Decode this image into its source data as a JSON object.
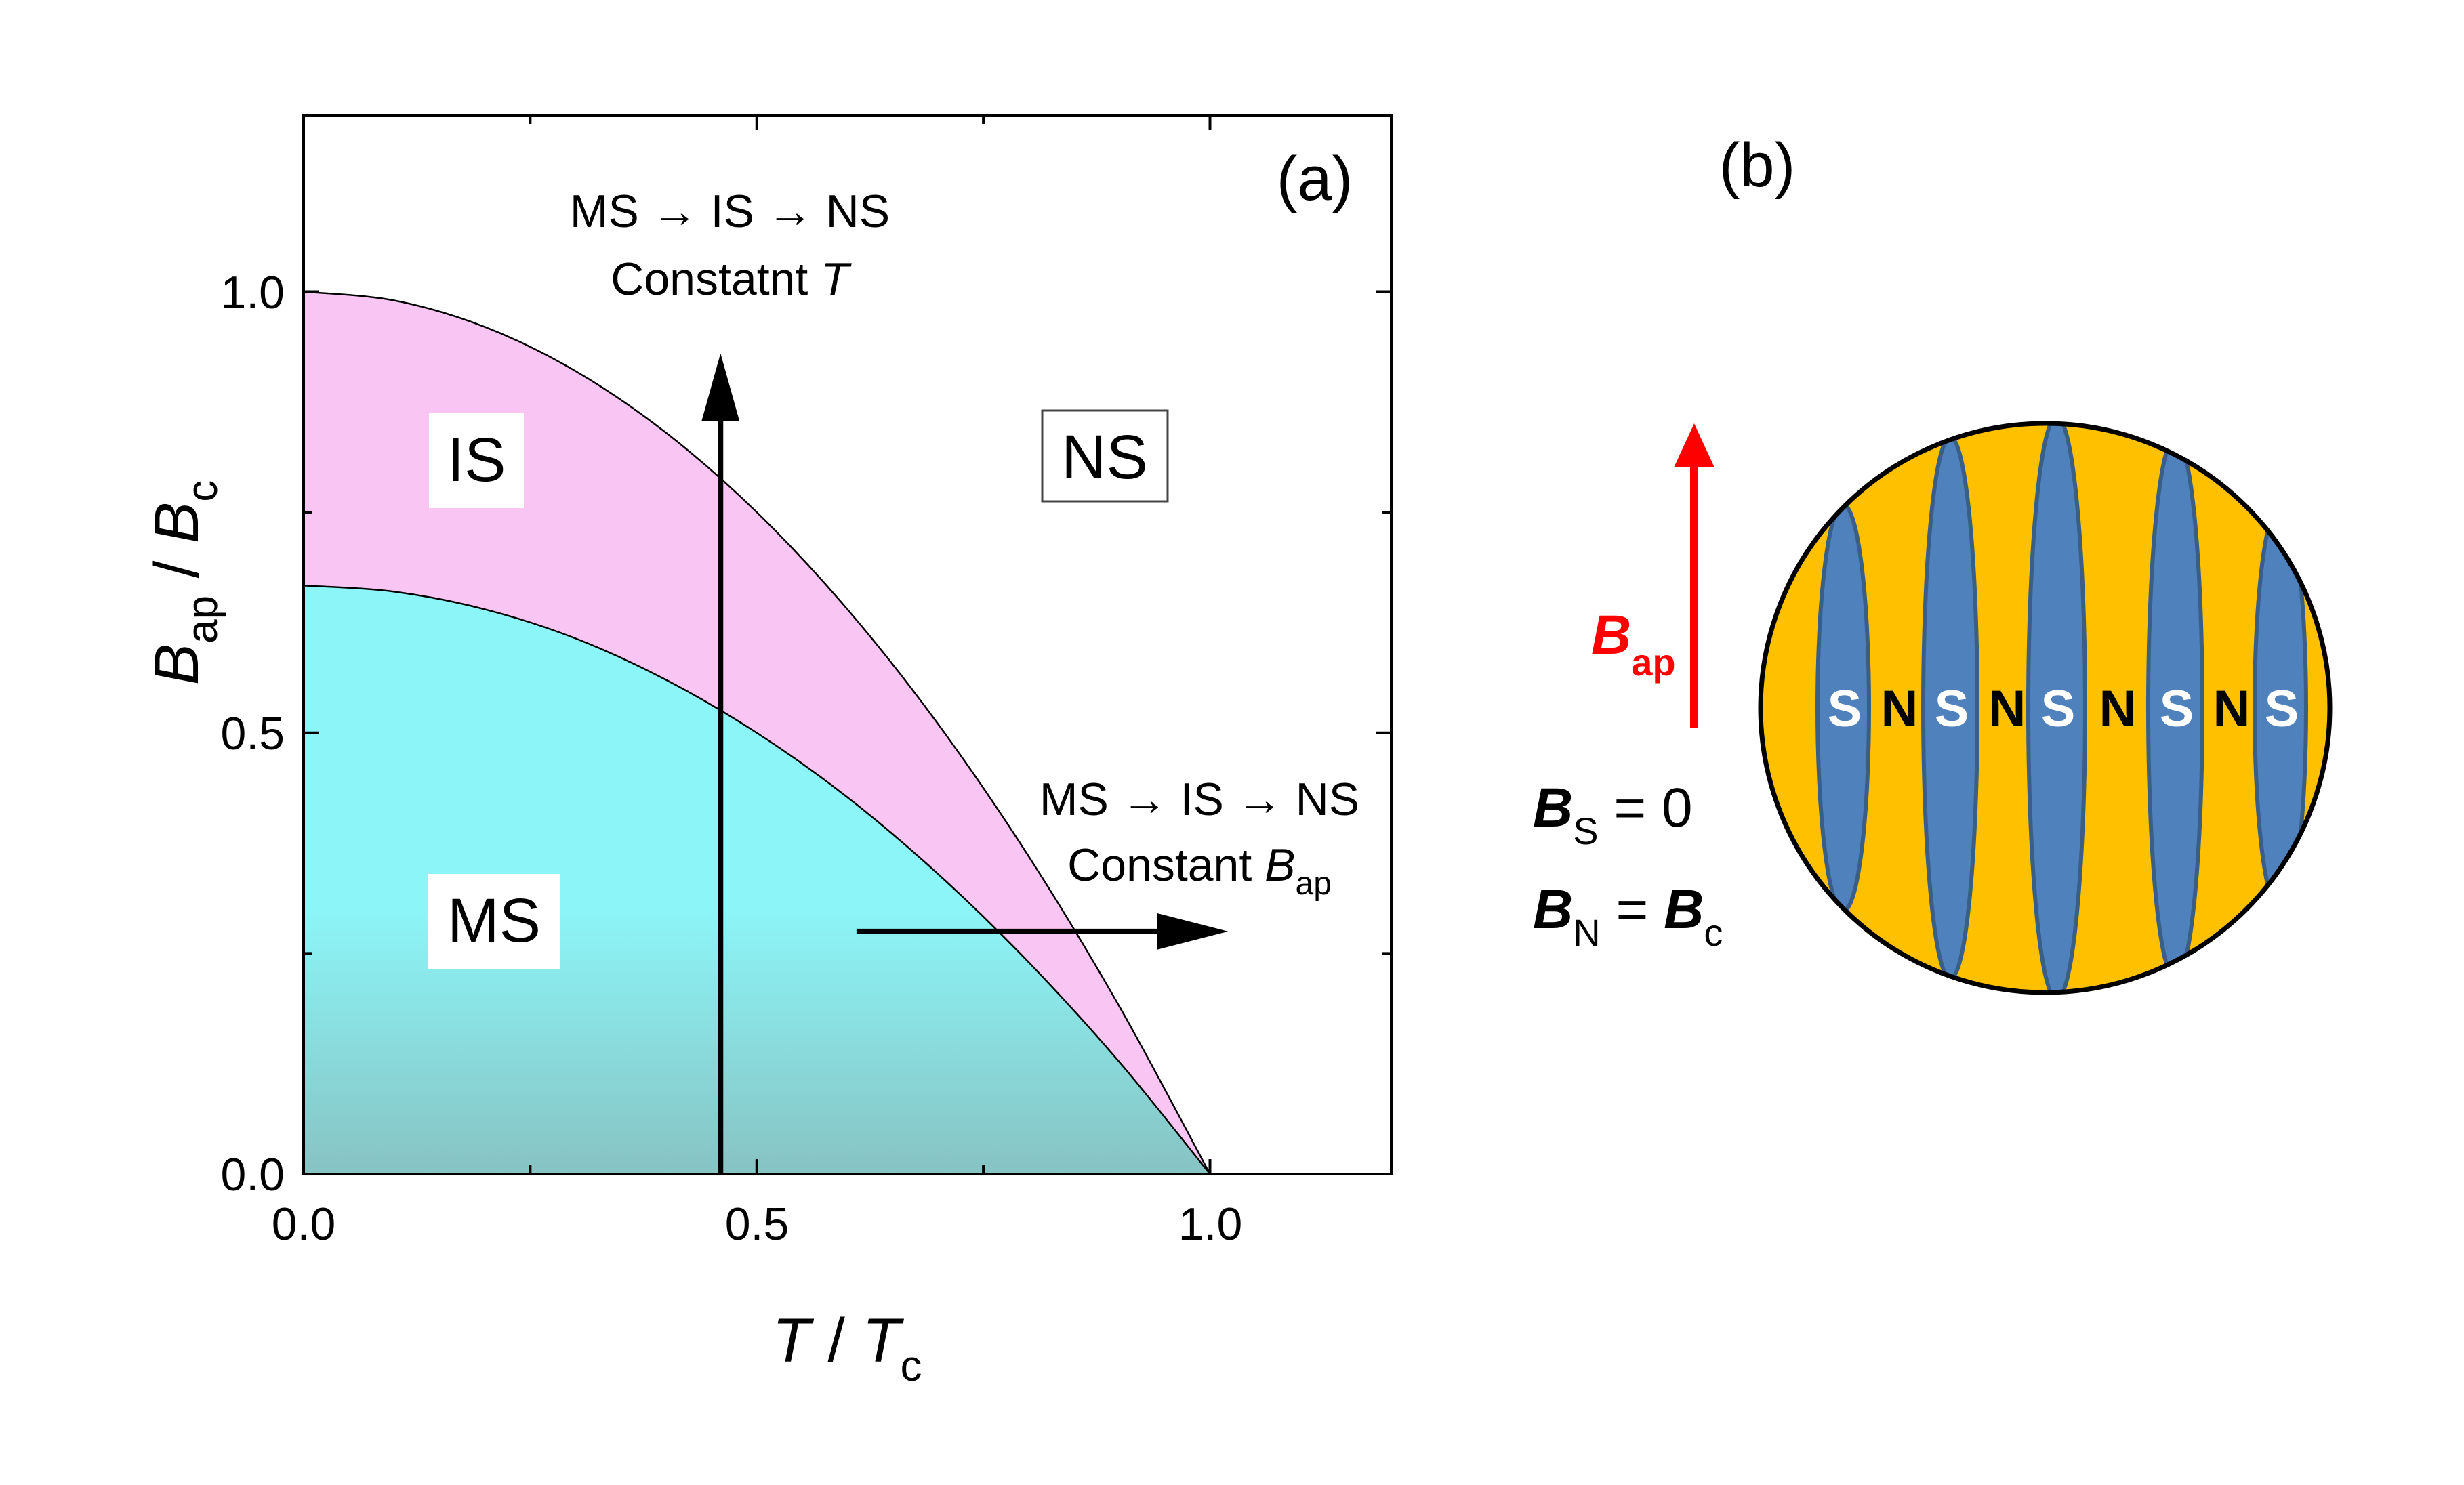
{
  "panel_a": {
    "label": "(a)",
    "regions": {
      "intermediate": "IS",
      "normal": "NS",
      "mixed": "MS"
    },
    "arrow_constant_T": {
      "line1": "MS → IS → NS",
      "line2_prefix": "Constatnt ",
      "line2_var": "T"
    },
    "arrow_constant_B": {
      "line1": "MS → IS → NS",
      "line2_prefix": "Constant ",
      "line2_var": "B",
      "line2_sub": "ap"
    },
    "xlabel": {
      "main": "T",
      "sep": " / ",
      "denom": "T",
      "sub": "c"
    },
    "ylabel": {
      "main": "B",
      "main_sub": "ap",
      "sep": " / ",
      "denom": "B",
      "denom_sub": "c"
    },
    "fill_colors": {
      "mixed_top": "#8cf5f7",
      "mixed_bottom": "#87c3c3",
      "intermediate": "#f9c6f4"
    }
  },
  "chart_data": {
    "type": "area",
    "xlim": [
      0.0,
      1.2
    ],
    "ylim": [
      0.0,
      1.2
    ],
    "x_ticks": [
      "0.0",
      "0.5",
      "1.0"
    ],
    "y_ticks": [
      "0.0",
      "0.5",
      "1.0"
    ],
    "series": [
      {
        "x": [
          0.0,
          0.1,
          0.2,
          0.3,
          0.4,
          0.5,
          0.6,
          0.7,
          0.8,
          0.9,
          1.0
        ],
        "y": [
          1.0,
          0.99,
          0.96,
          0.91,
          0.84,
          0.75,
          0.64,
          0.51,
          0.36,
          0.19,
          0.0
        ]
      },
      {
        "x": [
          0.0,
          0.1,
          0.2,
          0.3,
          0.4,
          0.5,
          0.6,
          0.7,
          0.8,
          0.9,
          1.0
        ],
        "y": [
          0.667,
          0.66,
          0.64,
          0.607,
          0.56,
          0.5,
          0.427,
          0.34,
          0.24,
          0.127,
          0.0
        ]
      }
    ],
    "arrows": [
      {
        "from": [
          0.46,
          0.0
        ],
        "to": [
          0.46,
          0.93
        ]
      },
      {
        "from": [
          0.61,
          0.275
        ],
        "to": [
          1.02,
          0.275
        ]
      }
    ]
  },
  "panel_b": {
    "label": "(b)",
    "field_label": {
      "main": "B",
      "sub": "ap"
    },
    "eq_s": {
      "var": "B",
      "sub": "S",
      "rest": " = 0"
    },
    "eq_n": {
      "var": "B",
      "sub": "N",
      "mid": " = ",
      "var2": "B",
      "sub2": "c"
    },
    "stripe_labels": [
      "S",
      "N",
      "S",
      "N",
      "S",
      "N",
      "S",
      "N",
      "S"
    ],
    "colors": {
      "normal": "#ffc000",
      "super": "#4f81bd",
      "stroke": "#3a5f86",
      "field": "#ff0000"
    }
  }
}
